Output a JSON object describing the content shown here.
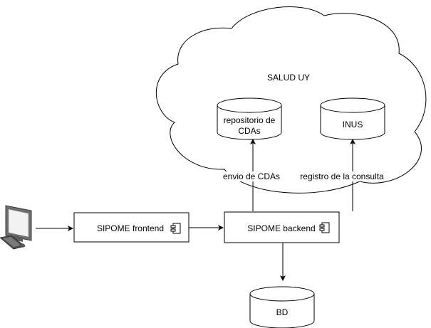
{
  "cloud": {
    "label": "SALUD UY"
  },
  "nodes": {
    "repositorio": {
      "line1": "repositorio de",
      "line2": "CDAs"
    },
    "inus": {
      "label": "INUS"
    },
    "frontend": {
      "label": "SIPOME frontend"
    },
    "backend": {
      "label": "SIPOME backend"
    },
    "bd": {
      "label": "BD"
    },
    "user": {
      "icon": "desktop-computer-icon"
    }
  },
  "edges": {
    "envio": {
      "label": "envio de CDAs"
    },
    "registro": {
      "label": "registro de la consulta"
    }
  }
}
